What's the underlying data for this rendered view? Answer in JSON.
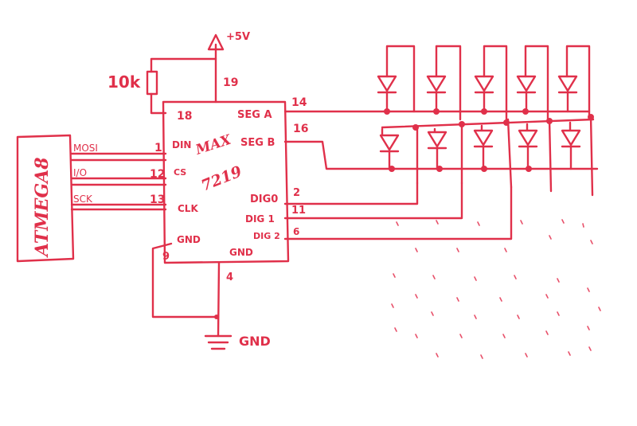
{
  "colors": {
    "ink": "#e0304a",
    "background": "#ffffff"
  },
  "mcu": {
    "label": "ATMEGA8"
  },
  "chip": {
    "name_line1": "MAX",
    "name_line2": "7219",
    "pins": {
      "din": {
        "name": "DIN",
        "num": "1"
      },
      "cs": {
        "name": "CS",
        "num": "12"
      },
      "clk": {
        "name": "CLK",
        "num": "13"
      },
      "gnd_left": {
        "name": "GND",
        "num": "9"
      },
      "gnd_bottom": {
        "name": "GND",
        "num": "4"
      },
      "vcc": {
        "num": "19"
      },
      "iset": {
        "num": "18"
      },
      "sega": {
        "name": "SEG A",
        "num": "14"
      },
      "segb": {
        "name": "SEG B",
        "num": "16"
      },
      "dig0": {
        "name": "DIG0",
        "num": "2"
      },
      "dig1": {
        "name": "DIG 1",
        "num": "11"
      },
      "dig2": {
        "name": "DIG 2",
        "num": "6"
      }
    }
  },
  "signals": {
    "mosi": "MOSI",
    "io": "I/O",
    "sck": "SCK"
  },
  "resistor": {
    "value": "10k"
  },
  "power": {
    "vcc": "+5V",
    "gnd": "GND"
  }
}
